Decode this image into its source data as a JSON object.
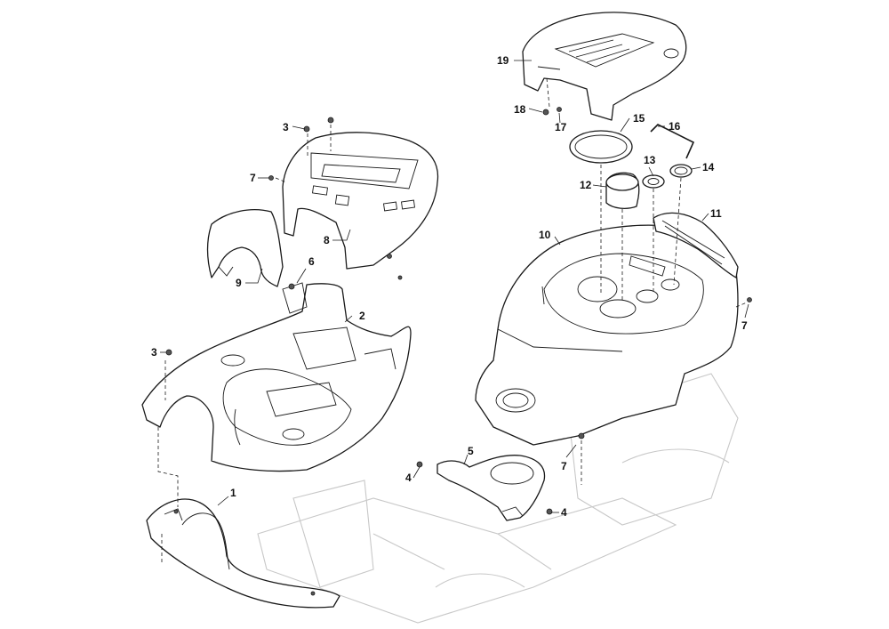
{
  "callouts": {
    "c1": "1",
    "c2": "2",
    "c3a": "3",
    "c3b": "3",
    "c4a": "4",
    "c4b": "4",
    "c5": "5",
    "c6": "6",
    "c7a": "7",
    "c7b": "7",
    "c7c": "7",
    "c8": "8",
    "c9": "9",
    "c10": "10",
    "c11": "11",
    "c12": "12",
    "c13": "13",
    "c14": "14",
    "c15": "15",
    "c16": "16",
    "c17": "17",
    "c18": "18",
    "c19": "19"
  }
}
